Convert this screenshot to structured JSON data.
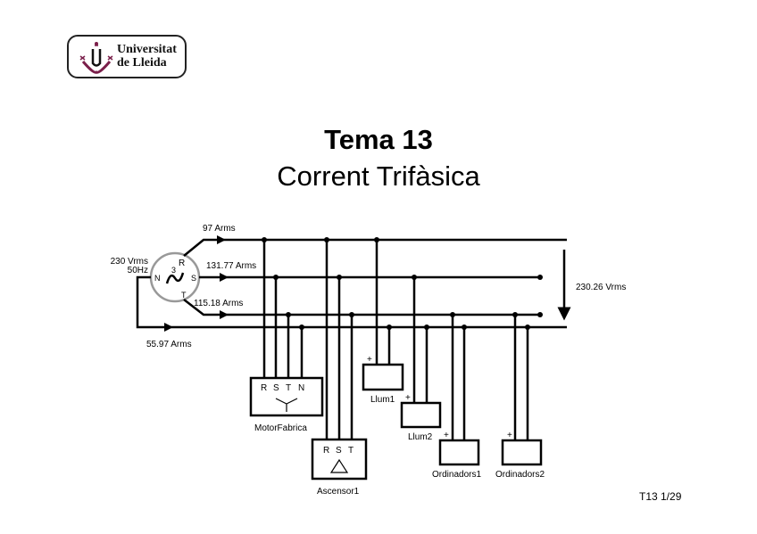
{
  "logo": {
    "line1": "Universitat",
    "line2": "de Lleida",
    "accent_color": "#7a1f4a"
  },
  "title": {
    "line1": "Tema 13",
    "line2": "Corrent Trifàsica"
  },
  "source": {
    "voltage": "230 Vrms",
    "frequency": "50Hz",
    "phases": "3",
    "terminals": {
      "r": "R",
      "s": "S",
      "t": "T",
      "n": "N"
    }
  },
  "currents": {
    "r": "97 Arms",
    "s": "131.77 Arms",
    "t": "115.18 Arms",
    "n": "55.97 Arms"
  },
  "line_voltage": "230.26 Vrms",
  "loads": {
    "motor": {
      "name": "MotorFabrica",
      "terminals": [
        "R",
        "S",
        "T",
        "N"
      ],
      "connection": "star"
    },
    "ascensor": {
      "name": "Ascensor1",
      "terminals": [
        "R",
        "S",
        "T"
      ],
      "connection": "delta"
    },
    "llum1": {
      "name": "Llum1",
      "polarity": "+"
    },
    "llum2": {
      "name": "Llum2",
      "polarity": "+"
    },
    "ordinadors1": {
      "name": "Ordinadors1",
      "polarity": "+"
    },
    "ordinadors2": {
      "name": "Ordinadors2",
      "polarity": "+"
    }
  },
  "footer": {
    "page": "T13 1/29"
  }
}
